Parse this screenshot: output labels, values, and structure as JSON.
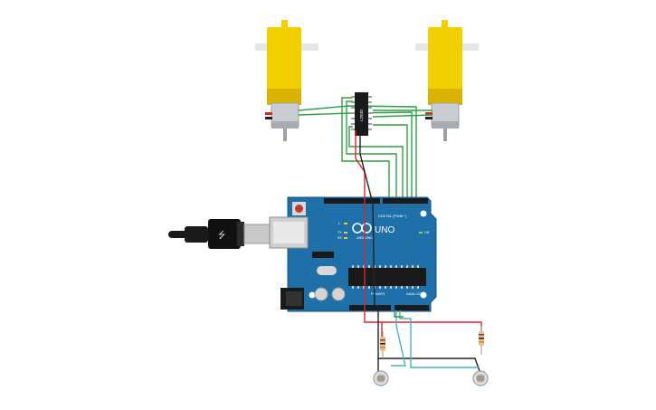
{
  "circuit": {
    "components": [
      {
        "name": "dc-motor-left",
        "type": "DC Motor"
      },
      {
        "name": "dc-motor-right",
        "type": "DC Motor"
      },
      {
        "name": "motor-driver-ic",
        "type": "L293D",
        "label": "L293D"
      },
      {
        "name": "arduino-uno",
        "type": "Arduino Uno R3"
      },
      {
        "name": "usb-cable",
        "type": "USB cable"
      },
      {
        "name": "resistor-left",
        "type": "Resistor"
      },
      {
        "name": "resistor-right",
        "type": "Resistor"
      },
      {
        "name": "photoresistor-left",
        "type": "Photoresistor"
      },
      {
        "name": "photoresistor-right",
        "type": "Photoresistor"
      }
    ],
    "wire_colors": {
      "green": "#2ea043",
      "red": "#d62828",
      "black": "#222222",
      "teal": "#46b3c0"
    }
  },
  "arduino": {
    "brand_text": "ARDUINO",
    "model_text": "UNO",
    "digital_label": "DIGITAL (PWM~)",
    "power_label": "POWER",
    "analog_label": "ANALOG IN",
    "tx_label": "TX",
    "rx_label": "RX",
    "l_label": "L",
    "on_label": "ON"
  },
  "ic": {
    "label": "L293D"
  },
  "colors": {
    "board_blue": "#1f6fa8",
    "board_edge": "#15527e",
    "motor_yellow": "#f4cf00",
    "motor_yellow_shade": "#d9b300",
    "motor_metal": "#c9ccd1",
    "header_black": "#1a1a1a",
    "resistor_body": "#e3c08a",
    "sensor_gray": "#b8bcc2"
  }
}
